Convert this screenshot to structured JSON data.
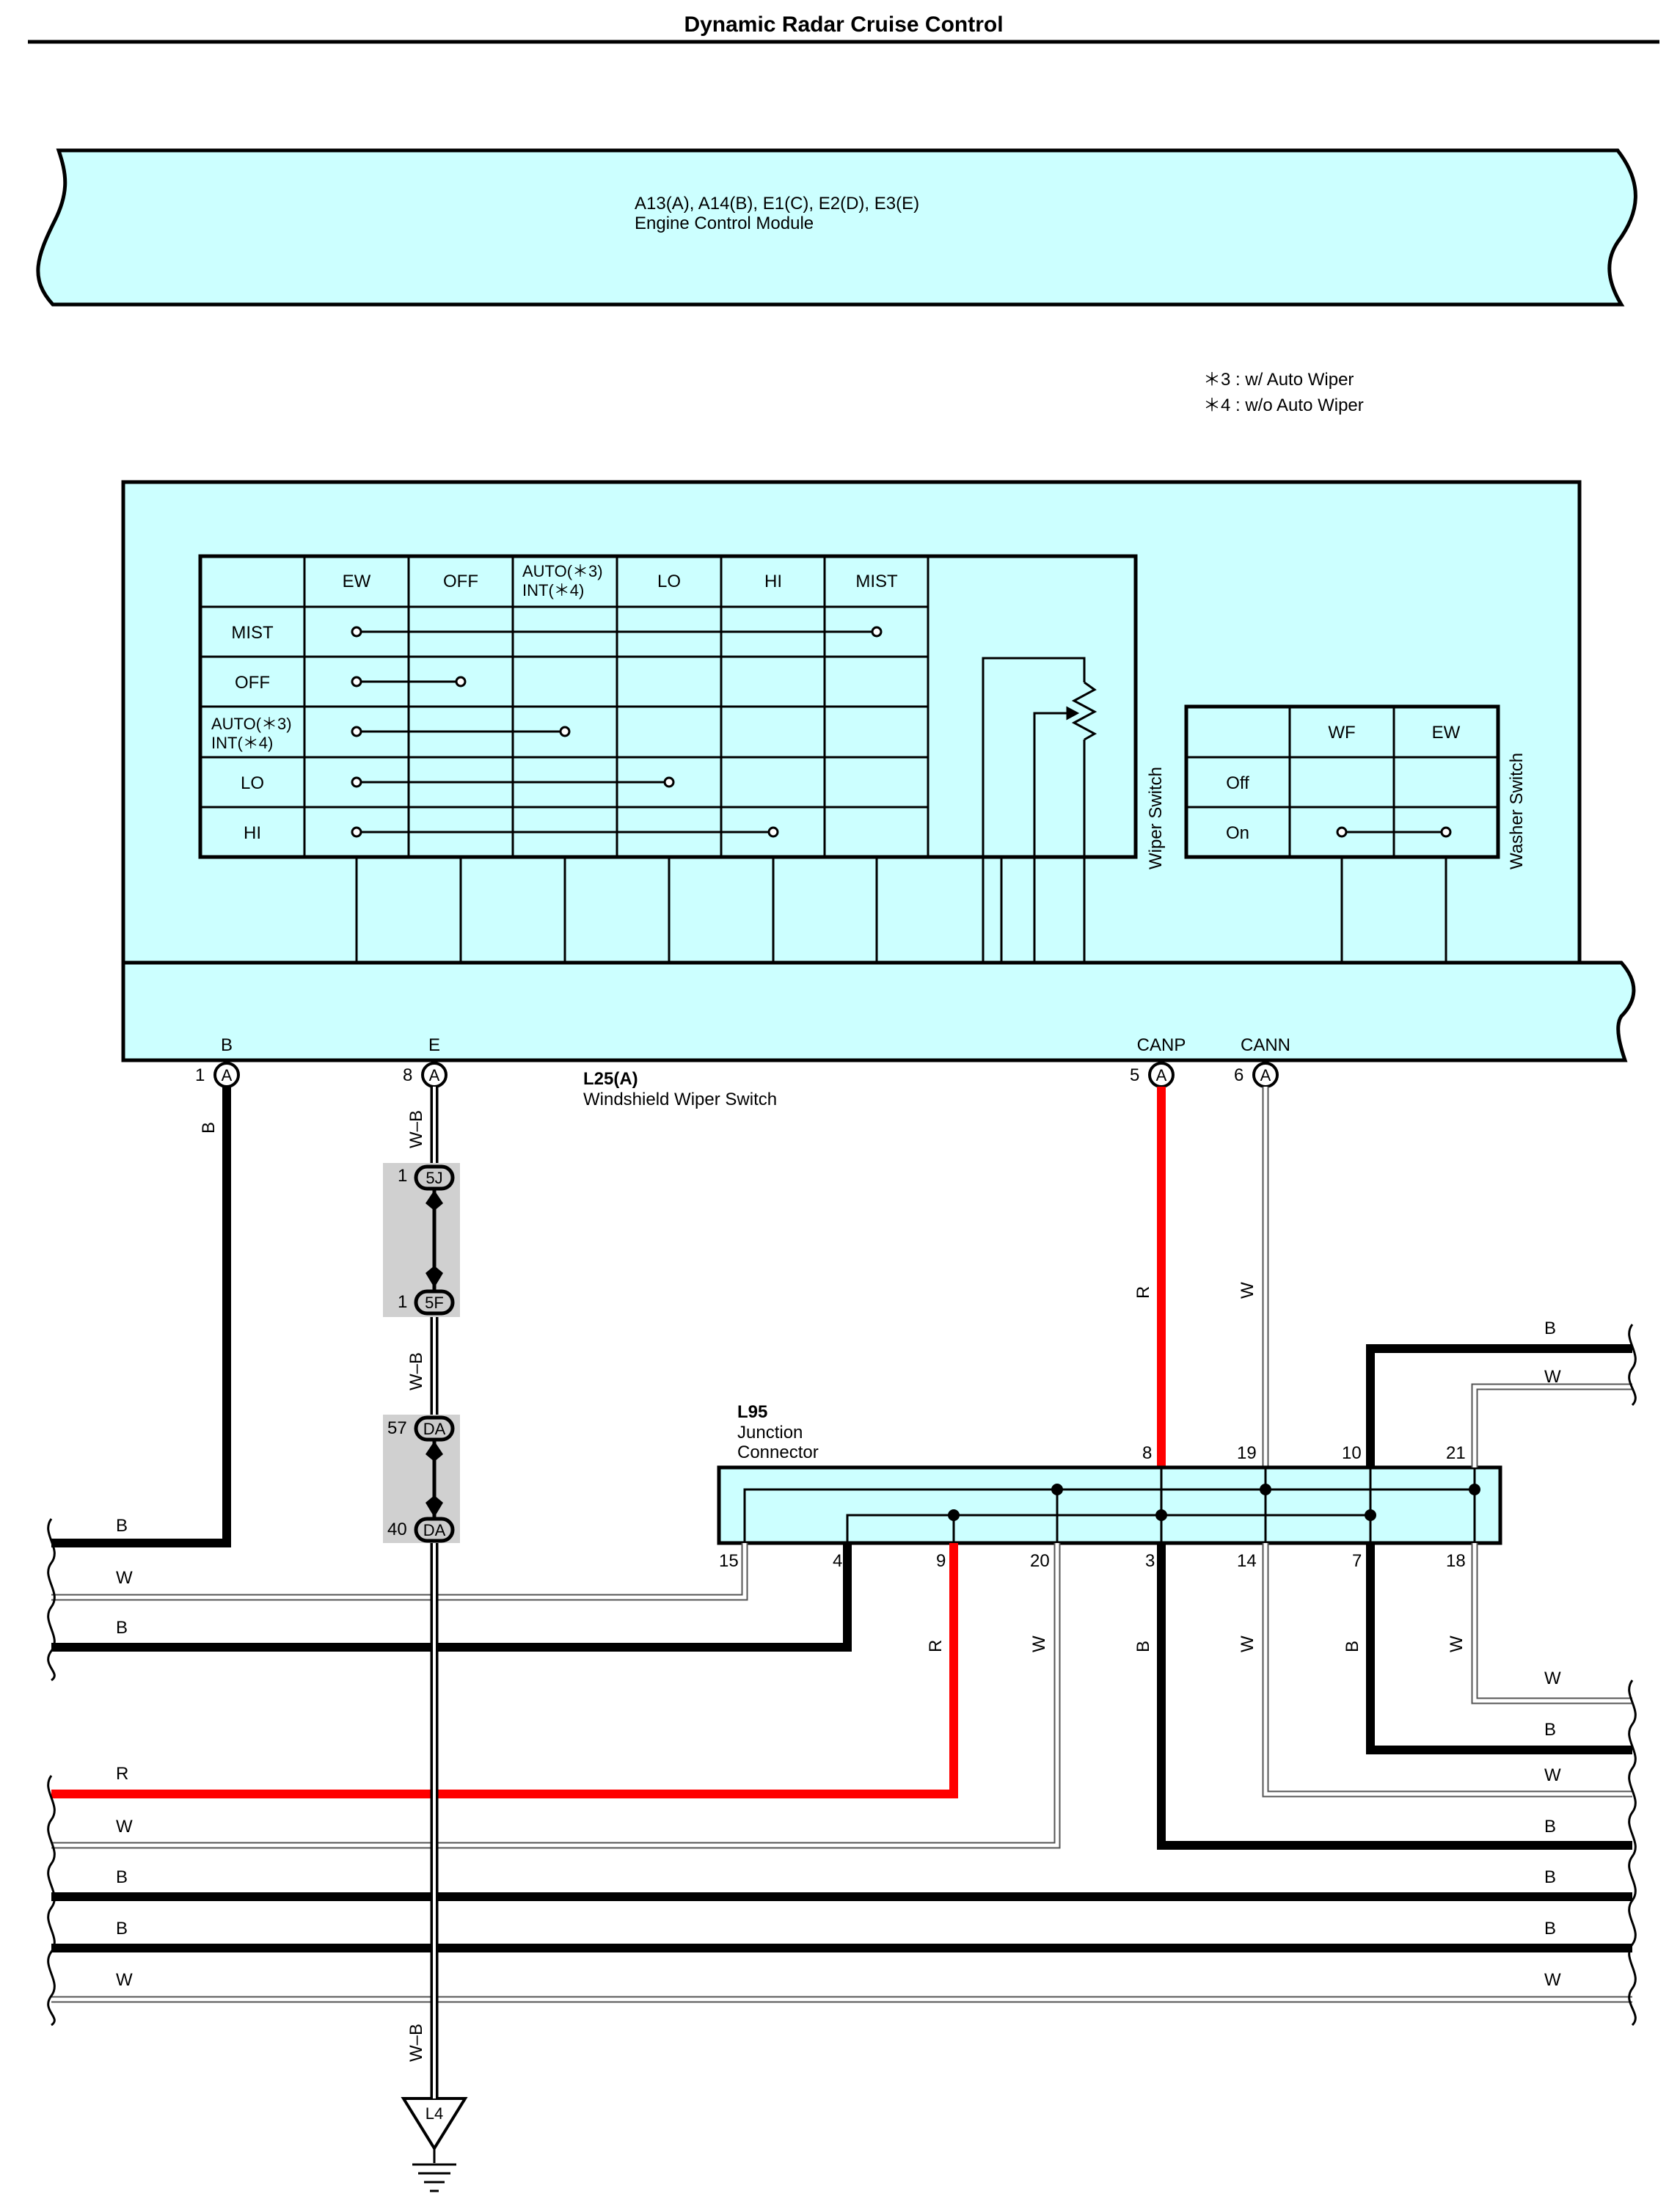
{
  "title": "Dynamic Radar Cruise Control",
  "ecm": {
    "connectors": "A13(A), A14(B), E1(C), E2(D), E3(E)",
    "name": "Engine Control Module"
  },
  "notes": [
    "＊3 : w/ Auto Wiper",
    "＊4 : w/o Auto Wiper"
  ],
  "wiper_switch": {
    "label": "Wiper Switch",
    "columns": [
      "EW",
      "OFF",
      "AUTO(＊3)",
      "INT(＊4)",
      "LO",
      "HI",
      "MIST"
    ],
    "rows": [
      "MIST",
      "OFF",
      "AUTO(＊3)",
      "INT(＊4)",
      "LO",
      "HI"
    ]
  },
  "washer_switch": {
    "label": "Washer Switch",
    "columns": [
      "WF",
      "EW"
    ],
    "rows": [
      "Off",
      "On"
    ]
  },
  "switch_connector": {
    "id": "L25(A)",
    "name": "Windshield Wiper Switch",
    "terminals": [
      {
        "name": "B",
        "pin": "1",
        "conn": "A"
      },
      {
        "name": "E",
        "pin": "8",
        "conn": "A"
      },
      {
        "name": "CANP",
        "pin": "5",
        "conn": "A"
      },
      {
        "name": "CANN",
        "pin": "6",
        "conn": "A"
      }
    ]
  },
  "junctions": [
    {
      "pin": "1",
      "conn": "5J"
    },
    {
      "pin": "1",
      "conn": "5F"
    },
    {
      "pin": "57",
      "conn": "DA"
    },
    {
      "pin": "40",
      "conn": "DA"
    }
  ],
  "junction_connector": {
    "id": "L95",
    "name_line1": "Junction",
    "name_line2": "Connector",
    "top_pins": [
      "8",
      "19",
      "10",
      "21"
    ],
    "bottom_pins": [
      "15",
      "4",
      "9",
      "20",
      "3",
      "14",
      "7",
      "18"
    ]
  },
  "ground": "L4",
  "wire_colors": {
    "B": "B",
    "W": "W",
    "R": "R",
    "WB": "W–B"
  },
  "colors": {
    "module_fill": "#ccffff",
    "red_wire": "#ff0000",
    "black_wire": "#000000"
  }
}
